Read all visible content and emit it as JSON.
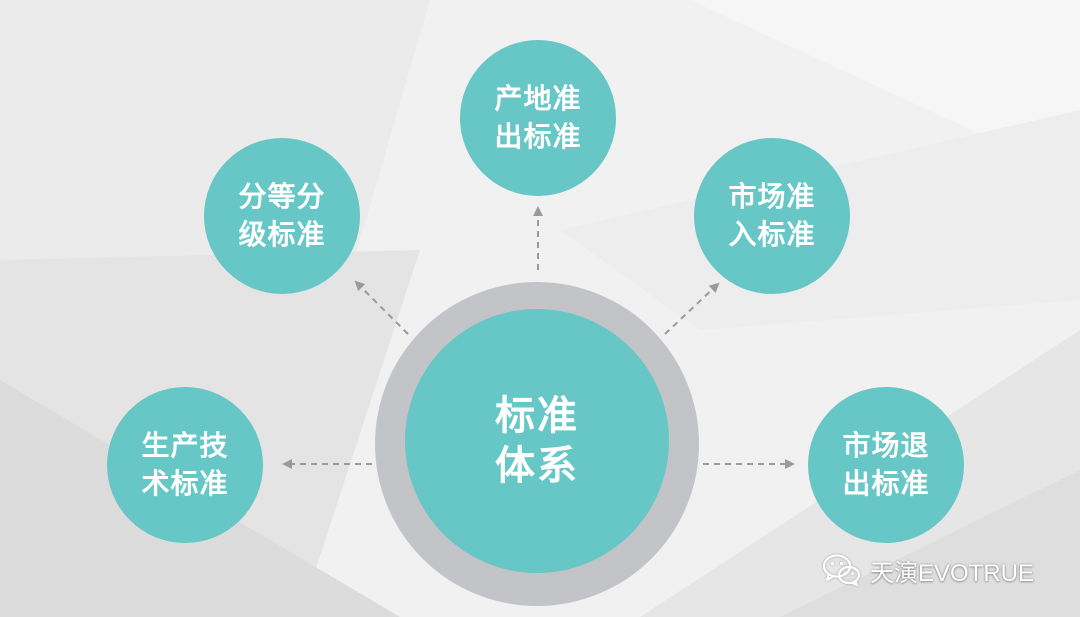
{
  "center": {
    "line1": "标准",
    "line2": "体系"
  },
  "nodes": {
    "top": {
      "line1": "产地准",
      "line2": "出标准"
    },
    "upper_left": {
      "line1": "分等分",
      "line2": "级标准"
    },
    "upper_right": {
      "line1": "市场准",
      "line2": "入标准"
    },
    "left": {
      "line1": "生产技",
      "line2": "术标准"
    },
    "right": {
      "line1": "市场退",
      "line2": "出标准"
    }
  },
  "watermark": {
    "text": "天演EVOTRUE",
    "icon": "wechat-icon"
  },
  "colors": {
    "node_fill": "#66c7c6",
    "ring": "#c3c4c8",
    "arrow": "#9a9a9a",
    "background": "#f1f1f1",
    "text": "#ffffff"
  }
}
